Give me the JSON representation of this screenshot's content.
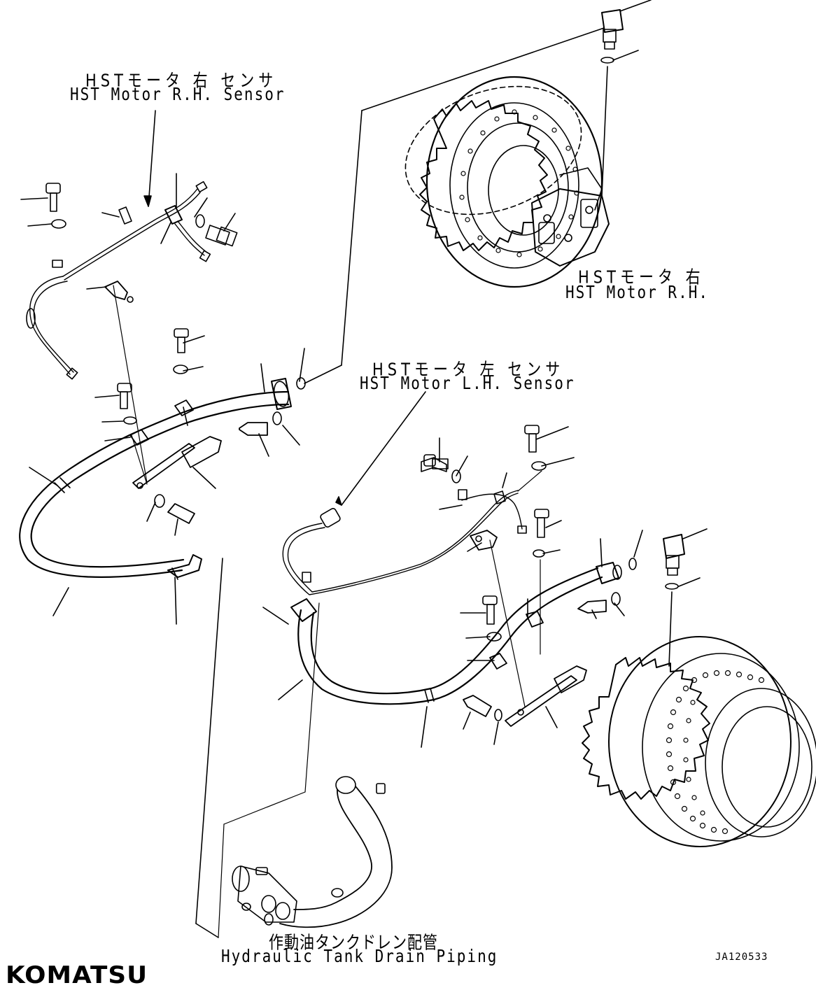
{
  "labels": {
    "rh_sensor_jp": "HSTモータ 右 センサ",
    "rh_sensor_en": "HST Motor R.H. Sensor",
    "rh_motor_jp": "HSTモータ 右",
    "rh_motor_en": "HST Motor R.H.",
    "lh_sensor_jp": "HSTモータ 左 センサ",
    "lh_sensor_en": "HST Motor L.H. Sensor",
    "drain_jp": "作動油タンクドレン配管",
    "drain_en": "Hydraulic Tank Drain Piping"
  },
  "drawing_code": "JA120533",
  "brand": "KOMATSU",
  "colors": {
    "ink": "#000000",
    "paper": "#ffffff"
  }
}
